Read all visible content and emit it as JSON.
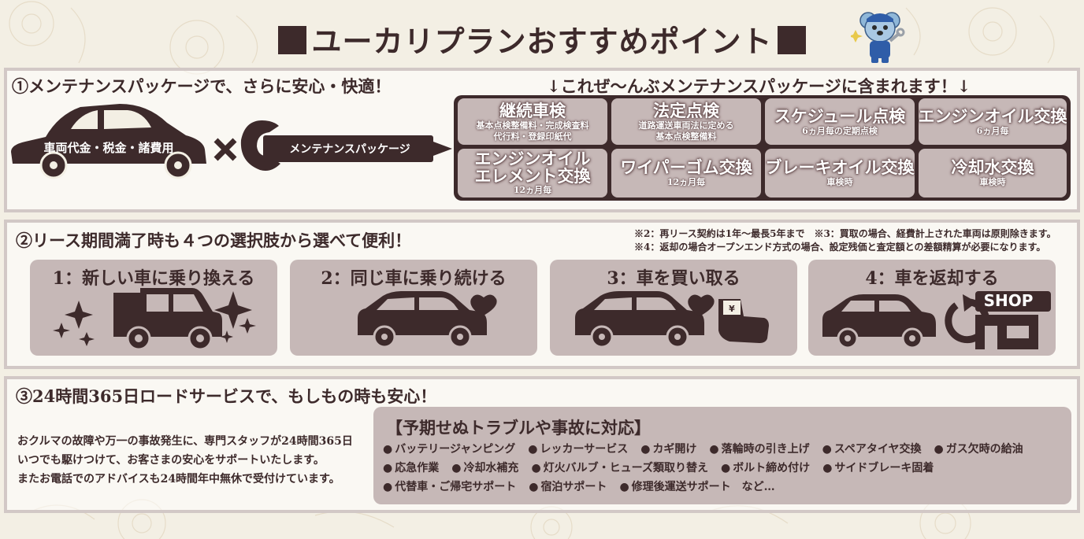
{
  "page_title": "ユーカリプランおすすめポイント",
  "section1": {
    "heading": "①メンテナンスパッケージで、さらに安心・快適！",
    "subheading": "↓これぜ〜んぶメンテナンスパッケージに含まれます！↓",
    "car_label": "車両代金・税金・諸費用",
    "wrench_label": "メンテナンスパッケージ",
    "items": [
      {
        "title": "継続車検",
        "sub": "基本点検整備料・完成検査料",
        "sub2": "代行料・登録印紙代"
      },
      {
        "title": "法定点検",
        "sub": "道路運送車両法に定める",
        "sub2": "基本点検整備料"
      },
      {
        "title": "スケジュール点検",
        "sub": "6ヵ月毎の定期点検",
        "sub2": ""
      },
      {
        "title": "エンジンオイル交換",
        "sub": "6ヵ月毎",
        "sub2": ""
      },
      {
        "title": "エンジンオイル",
        "title2": "エレメント交換",
        "sub": "12ヵ月毎",
        "sub2": ""
      },
      {
        "title": "ワイパーゴム交換",
        "sub": "12ヵ月毎",
        "sub2": ""
      },
      {
        "title": "ブレーキオイル交換",
        "sub": "車検時",
        "sub2": ""
      },
      {
        "title": "冷却水交換",
        "sub": "車検時",
        "sub2": ""
      }
    ]
  },
  "section2": {
    "heading": "②リース期間満了時も４つの選択肢から選べて便利！",
    "note1": "※2：再リース契約は1年〜最長5年まで　※3：買取の場合、経費計上された車両は原則除きます。",
    "note2": "※4：返却の場合オープンエンド方式の場合、設定残価と査定額との差額精算が必要になります。",
    "options": [
      {
        "label": "1：新しい車に乗り換える",
        "icon": "new-car-sparkle-icon"
      },
      {
        "label": "2：同じ車に乗り続ける",
        "icon": "car-heart-icon"
      },
      {
        "label": "3：車を買い取る",
        "icon": "car-heart-purchase-icon"
      },
      {
        "label": "4：車を返却する",
        "icon": "car-return-shop-icon",
        "shop_text": "SHOP"
      }
    ]
  },
  "section3": {
    "heading": "③24時間365日ロードサービスで、もしもの時も安心！",
    "desc": [
      "おクルマの故障や万一の事故発生に、専門スタッフが24時間365日",
      "いつでも駆けつけて、お客さまの安心をサポートいたします。",
      "またお電話でのアドバイスも24時間年中無休で受付けています。"
    ],
    "box_title": "【予期せぬトラブルや事故に対応】",
    "rows": [
      [
        "バッテリージャンピング",
        "レッカーサービス",
        "カギ開け",
        "落輪時の引き上げ",
        "スペアタイヤ交換",
        "ガス欠時の給油"
      ],
      [
        "応急作業",
        "冷却水補充",
        "灯火バルブ・ヒューズ類取り替え",
        "ボルト締め付け",
        "サイドブレーキ固着"
      ],
      [
        "代替車・ご帰宅サポート",
        "宿泊サポート",
        "修理後運送サポート　など…"
      ]
    ]
  },
  "colors": {
    "dark": "#3d2a2b",
    "card": "#c6b8b7",
    "border": "#d2c8c6",
    "bg": "#f3efe4"
  }
}
